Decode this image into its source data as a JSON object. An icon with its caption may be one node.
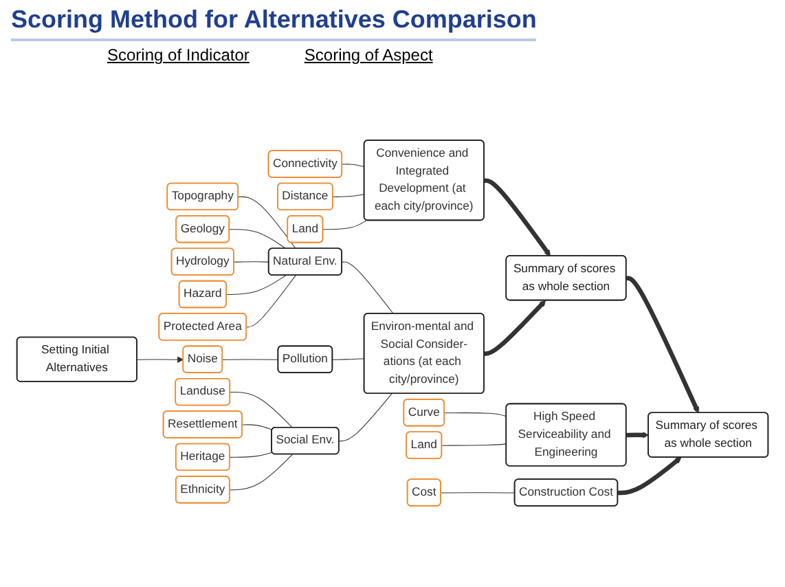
{
  "diagram": {
    "title": "Scoring Method for Alternatives Comparison",
    "nodes": [
      {
        "text": [
          "Setting Initial Alternatives"
        ]
      },
      {
        "text": [
          "Connectivity"
        ]
      },
      {
        "text": [
          "Distance"
        ]
      },
      {
        "text": [
          "Land"
        ]
      },
      {
        "text": [
          "Topography"
        ]
      },
      {
        "text": [
          "Geology"
        ]
      },
      {
        "text": [
          "Hydrology"
        ]
      },
      {
        "text": [
          "Hazard"
        ]
      },
      {
        "text": [
          "Protected Area"
        ]
      },
      {
        "text": [
          "Noise"
        ]
      },
      {
        "text": [
          "Landuse"
        ]
      },
      {
        "text": [
          "Resettlement"
        ]
      },
      {
        "text": [
          "Heritage"
        ]
      },
      {
        "text": [
          "Ethnicity"
        ]
      },
      {
        "text": [
          "Curve"
        ]
      },
      {
        "text": [
          "Land"
        ]
      },
      {
        "text": [
          "Cost"
        ]
      },
      {
        "text": [
          "Natural Env."
        ]
      },
      {
        "text": [
          "Pollution"
        ]
      },
      {
        "text": [
          "Social Env."
        ]
      },
      {
        "text": [
          "Convenience and Integrated Development (at each city/province)"
        ]
      },
      {
        "text": [
          "Environ-mental and Social Consider-ations (at each city/province)"
        ]
      },
      {
        "text": [
          "High Speed Serviceability and Engineering"
        ]
      },
      {
        "text": [
          "Construction Cost"
        ]
      },
      {
        "text": [
          "Summary of scores as whole section"
        ]
      },
      {
        "text": [
          "Summary of scores as whole section"
        ]
      }
    ],
    "edges": [
      {
        "from": 0,
        "to": 9,
        "arrow": "to"
      },
      {
        "from": 1,
        "to": 20,
        "arrow": "none"
      },
      {
        "from": 2,
        "to": 20,
        "arrow": "none"
      },
      {
        "from": 3,
        "to": 20,
        "arrow": "none"
      },
      {
        "from": 4,
        "to": 17,
        "arrow": "none"
      },
      {
        "from": 5,
        "to": 17,
        "arrow": "none"
      },
      {
        "from": 6,
        "to": 17,
        "arrow": "none"
      },
      {
        "from": 7,
        "to": 17,
        "arrow": "none"
      },
      {
        "from": 8,
        "to": 17,
        "arrow": "none"
      },
      {
        "from": 9,
        "to": 18,
        "arrow": "none"
      },
      {
        "from": 10,
        "to": 19,
        "arrow": "none"
      },
      {
        "from": 11,
        "to": 19,
        "arrow": "none"
      },
      {
        "from": 12,
        "to": 19,
        "arrow": "none"
      },
      {
        "from": 13,
        "to": 19,
        "arrow": "none"
      },
      {
        "from": 17,
        "to": 21,
        "arrow": "none"
      },
      {
        "from": 18,
        "to": 21,
        "arrow": "none"
      },
      {
        "from": 19,
        "to": 21,
        "arrow": "none"
      },
      {
        "from": 14,
        "to": 22,
        "arrow": "none"
      },
      {
        "from": 15,
        "to": 22,
        "arrow": "none"
      },
      {
        "from": 16,
        "to": 23,
        "arrow": "none"
      },
      {
        "from": 20,
        "to": 24,
        "arrow": "to",
        "style": "thick"
      },
      {
        "from": 21,
        "to": 24,
        "arrow": "to",
        "style": "thick"
      },
      {
        "from": 24,
        "to": 25,
        "arrow": "to",
        "style": "thick"
      },
      {
        "from": 22,
        "to": 25,
        "arrow": "to",
        "style": "thick"
      },
      {
        "from": 23,
        "to": 25,
        "arrow": "to",
        "style": "thick"
      }
    ],
    "labels": [
      "Scoring of Indicator",
      "Scoring of Aspect"
    ]
  }
}
